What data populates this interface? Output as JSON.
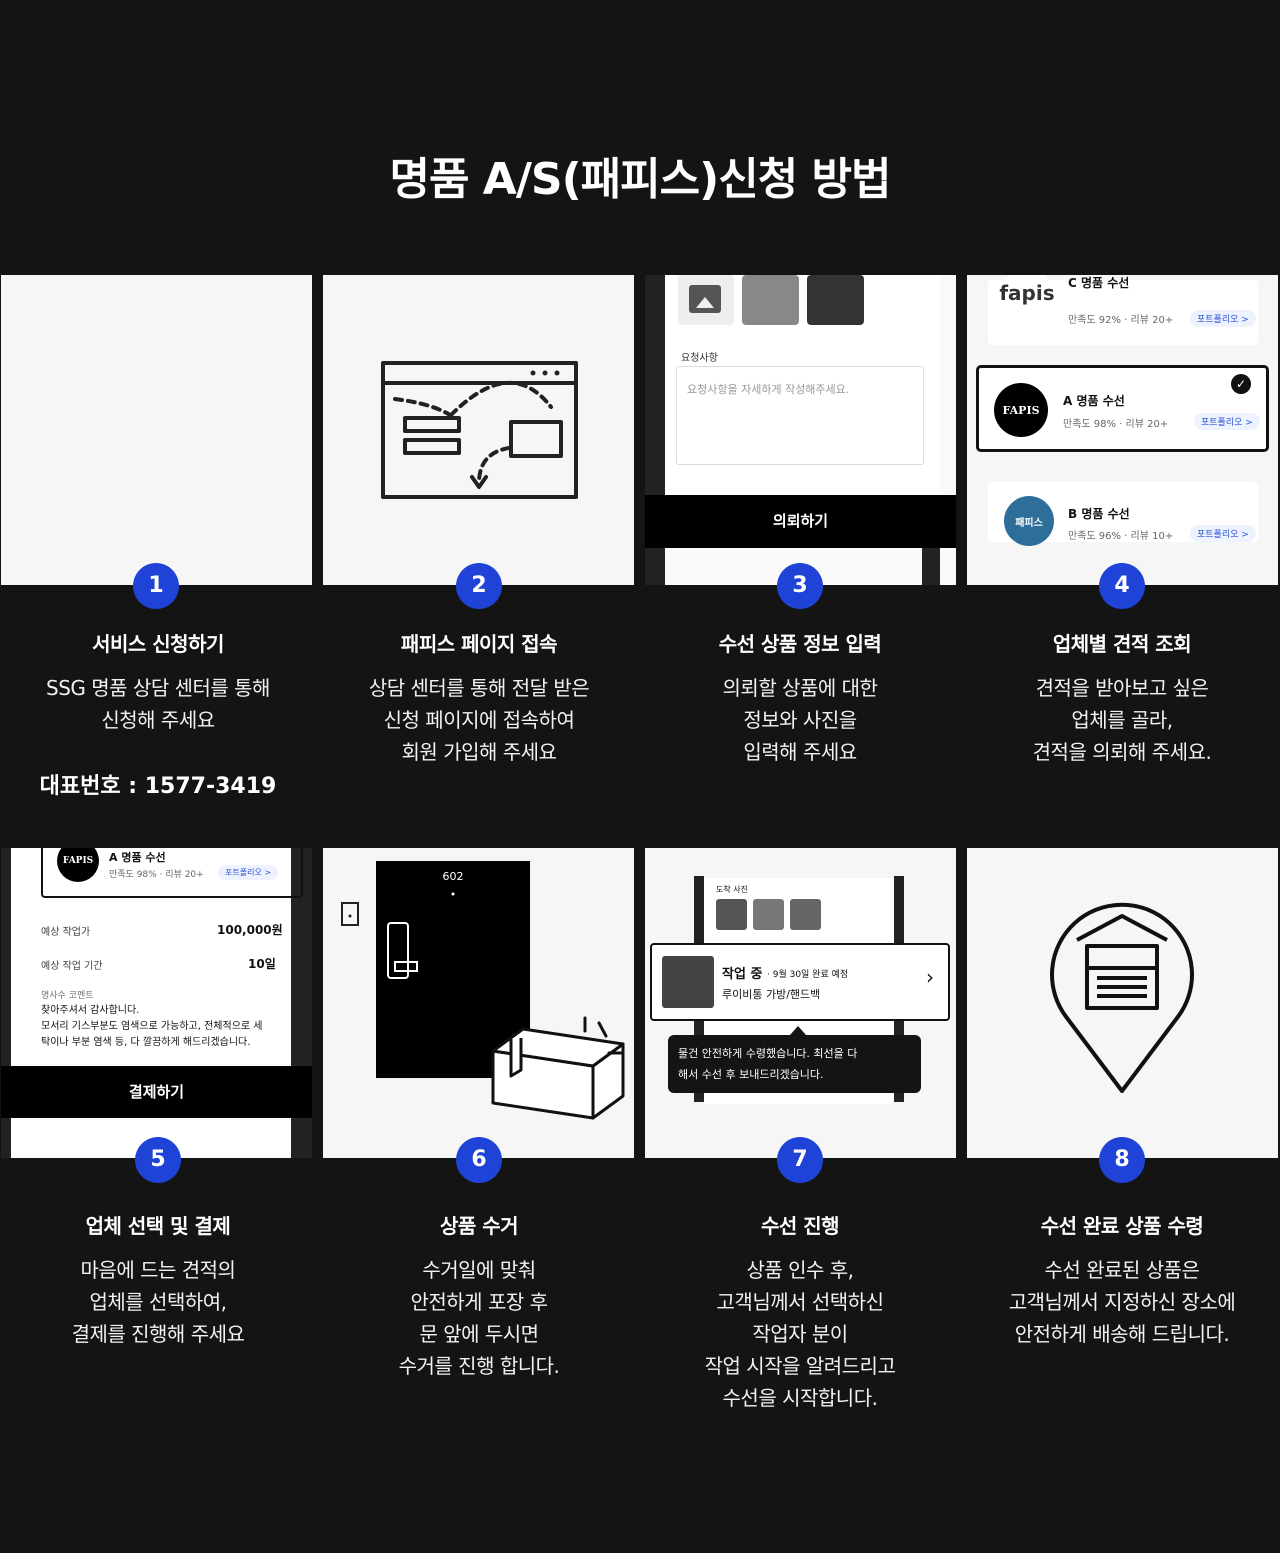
{
  "page_title": "명품 A/S(패피스)신청 방법",
  "steps": [
    {
      "num": "1",
      "title": "서비스 신청하기",
      "desc": "SSG 명품 상담 센터를 통해\n신청해 주세요",
      "extra": "대표번호 : 1577-3419"
    },
    {
      "num": "2",
      "title": "패피스 페이지 접속",
      "desc": "상담 센터를 통해 전달 받은\n신청 페이지에 접속하여\n회원 가입해 주세요"
    },
    {
      "num": "3",
      "title": "수선 상품 정보 입력",
      "desc": "의뢰할 상품에 대한\n정보와 사진을\n입력해 주세요"
    },
    {
      "num": "4",
      "title": "업체별 견적 조회",
      "desc": "견적을 받아보고 싶은\n업체를 골라,\n견적을 의뢰해 주세요."
    },
    {
      "num": "5",
      "title": "업체 선택 및 결제",
      "desc": "마음에 드는 견적의\n업체를 선택하여,\n결제를 진행해 주세요"
    },
    {
      "num": "6",
      "title": "상품 수거",
      "desc": "수거일에 맞춰\n안전하게 포장 후\n문 앞에 두시면\n수거를 진행 합니다."
    },
    {
      "num": "7",
      "title": "수선 진행",
      "desc": "상품 인수 후,\n고객님께서 선택하신\n작업자 분이\n작업 시작을 알려드리고\n수선을 시작합니다."
    },
    {
      "num": "8",
      "title": "수선 완료 상품 수령",
      "desc": "수선 완료된 상품은\n고객님께서 지정하신 장소에\n안전하게 배송해 드립니다."
    }
  ],
  "mock3": {
    "label": "요청사항",
    "placeholder": "요청사항을 자세하게 작성해주세요.",
    "button": "의뢰하기"
  },
  "mock4": {
    "vendors": [
      {
        "logo": "fapis",
        "name": "C 명품 수선",
        "meta": "만족도 92% · 리뷰 20+",
        "portfolio": "포트폴리오 >"
      },
      {
        "logo": "FAPIS",
        "name": "A 명품 수선",
        "meta": "만족도 98% · 리뷰 20+",
        "portfolio": "포트폴리오 >"
      },
      {
        "logo": "패피스",
        "name": "B 명품 수선",
        "meta": "만족도 96% · 리뷰 10+",
        "portfolio": "포트폴리오 >"
      }
    ]
  },
  "mock5": {
    "logo": "FAPIS",
    "name": "A 명품 수선",
    "meta": "만족도 98% · 리뷰 20+",
    "portfolio": "포트폴리오 >",
    "price_label": "예상 작업가",
    "price": "100,000원",
    "period_label": "예상 작업 기간",
    "period": "10일",
    "comment_label": "명사수 코멘트",
    "comment": "찾아주셔서 감사합니다.\n모서리 기스부분도 염색으로 가능하고, 전체적으로 세\n탁이나 부분 염색 등, 다 깔끔하게 해드리겠습니다.",
    "button": "결제하기"
  },
  "mock6": {
    "door_number": "602"
  },
  "mock7": {
    "photo_label": "도착 사진",
    "status": "작업 중",
    "status_date": "· 9월 30일 완료 예정",
    "item": "루이비통 가방/핸드백",
    "bubble": "물건 안전하게 수령했습니다. 최선을 다\n해서 수선 후 보내드리겠습니다."
  },
  "colors": {
    "background": "#141414",
    "panel": "#f6f6f6",
    "badge": "#1e43d6",
    "text": "#ffffff"
  }
}
